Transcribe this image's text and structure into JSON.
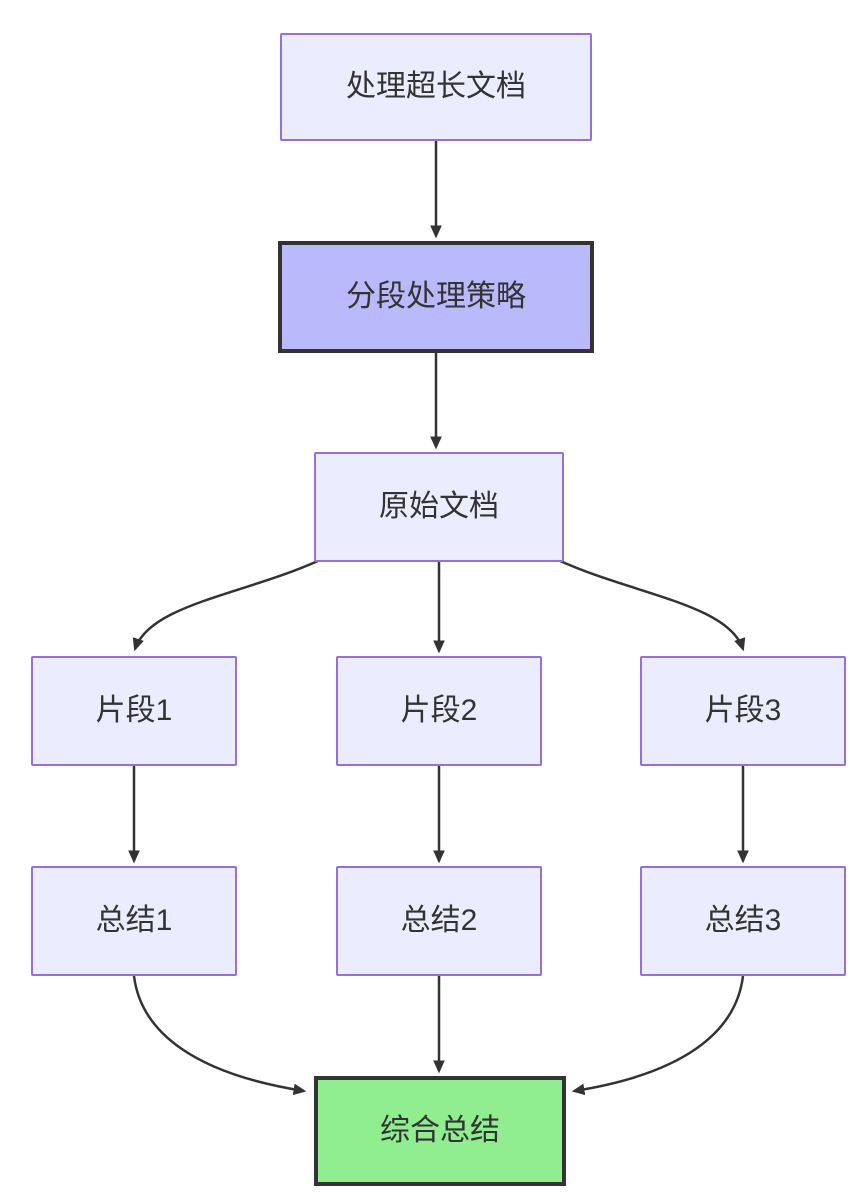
{
  "diagram": {
    "type": "flowchart",
    "direction": "top-down",
    "nodes": [
      {
        "id": "process-long-doc",
        "label": "处理超长文档",
        "style": "default"
      },
      {
        "id": "segmented-strategy",
        "label": "分段处理策略",
        "style": "emphasis"
      },
      {
        "id": "original-doc",
        "label": "原始文档",
        "style": "default"
      },
      {
        "id": "fragment-1",
        "label": "片段1",
        "style": "default"
      },
      {
        "id": "fragment-2",
        "label": "片段2",
        "style": "default"
      },
      {
        "id": "fragment-3",
        "label": "片段3",
        "style": "default"
      },
      {
        "id": "summary-1",
        "label": "总结1",
        "style": "default"
      },
      {
        "id": "summary-2",
        "label": "总结2",
        "style": "default"
      },
      {
        "id": "summary-3",
        "label": "总结3",
        "style": "default"
      },
      {
        "id": "final-summary",
        "label": "综合总结",
        "style": "success"
      }
    ],
    "edges": [
      {
        "from": "process-long-doc",
        "to": "segmented-strategy"
      },
      {
        "from": "segmented-strategy",
        "to": "original-doc"
      },
      {
        "from": "original-doc",
        "to": "fragment-1"
      },
      {
        "from": "original-doc",
        "to": "fragment-2"
      },
      {
        "from": "original-doc",
        "to": "fragment-3"
      },
      {
        "from": "fragment-1",
        "to": "summary-1"
      },
      {
        "from": "fragment-2",
        "to": "summary-2"
      },
      {
        "from": "fragment-3",
        "to": "summary-3"
      },
      {
        "from": "summary-1",
        "to": "final-summary"
      },
      {
        "from": "summary-2",
        "to": "final-summary"
      },
      {
        "from": "summary-3",
        "to": "final-summary"
      }
    ],
    "colors": {
      "node_default_fill": "#ECECFF",
      "node_default_border": "#9370DB",
      "node_emphasis_fill": "#B9B9FB",
      "node_emphasis_border": "#333333",
      "node_success_fill": "#90EE90",
      "node_success_border": "#333333",
      "edge_color": "#333333",
      "text_color": "#333333",
      "background": "#FFFFFF"
    }
  }
}
